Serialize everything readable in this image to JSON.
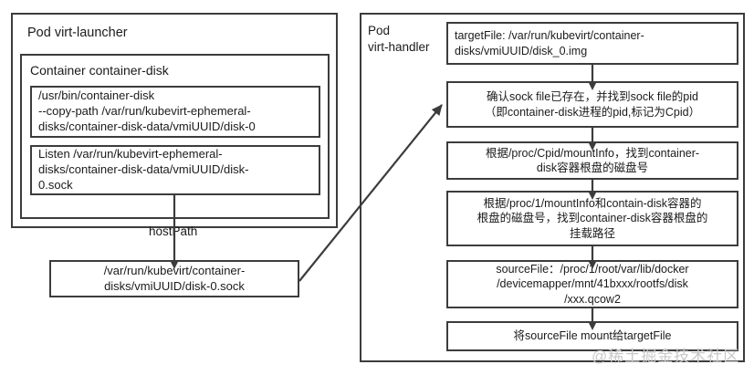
{
  "diagram": {
    "title_visible": false,
    "watermark": "@稀土掘金技术社区",
    "colors": {
      "stroke": "#3c3c3c",
      "fill": "#ffffff",
      "text": "#1b1b1b",
      "watermark": "#c9c9c9"
    }
  },
  "left_panel": {
    "label": "Pod virt-launcher",
    "container": {
      "label": "Container container-disk",
      "boxes": [
        {
          "name": "copy-path-command",
          "text": "/usr/bin/container-disk\n--copy-path /var/run/kubevirt-ephemeral-\ndisks/container-disk-data/vmiUUID/disk-0"
        },
        {
          "name": "listen-socket",
          "text": "Listen /var/run/kubevirt-ephemeral-\ndisks/container-disk-data/vmiUUID/disk-\n0.sock"
        }
      ]
    },
    "hostpath_edge_label": "hostPath",
    "hostpath_box": {
      "name": "host-sock-path",
      "text": "/var/run/kubevirt/container-\ndisks/vmiUUID/disk-0.sock"
    }
  },
  "right_panel": {
    "label": "Pod\nvirt-handler",
    "steps": [
      {
        "name": "target-file",
        "align": "left",
        "text": "targetFile: /var/run/kubevirt/container-\ndisks/vmiUUID/disk_0.img"
      },
      {
        "name": "verify-sock-file",
        "align": "center",
        "text": "确认sock file已存在，并找到sock file的pid\n（即container-disk进程的pid,标记为Cpid）"
      },
      {
        "name": "find-disk-number",
        "align": "center",
        "text": "根据/proc/Cpid/mountInfo，找到container-\ndisk容器根盘的磁盘号"
      },
      {
        "name": "find-mount-path",
        "align": "center",
        "text": "根据/proc/1/mountInfo和contain-disk容器的\n根盘的磁盘号，找到container-disk容器根盘的\n挂载路径"
      },
      {
        "name": "source-file",
        "align": "center",
        "text": "sourceFile：/proc/1/root/var/lib/docker\n/devicemapper/mnt/41bxxx/rootfs/disk\n/xxx.qcow2"
      },
      {
        "name": "mount-source-to-target",
        "align": "center",
        "text": "将sourceFile mount给targetFile"
      }
    ]
  }
}
